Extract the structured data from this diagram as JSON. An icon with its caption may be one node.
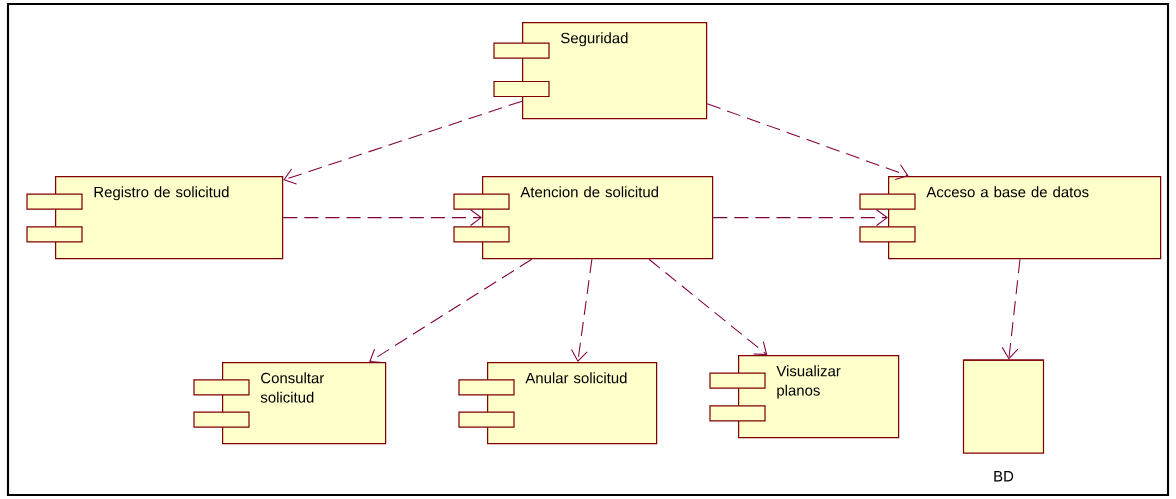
{
  "diagram": {
    "nodes": [
      {
        "text": [
          "Seguridad"
        ]
      },
      {
        "text": [
          "Registro de solicitud"
        ]
      },
      {
        "text": [
          "Atencion de solicitud"
        ]
      },
      {
        "text": [
          "Acceso a base de datos"
        ]
      },
      {
        "text": [
          "Consultar solicitud"
        ]
      },
      {
        "text": [
          "Anular solicitud"
        ]
      },
      {
        "text": [
          "Visualizar planos"
        ]
      },
      {
        "text": [],
        "shape": "cylinder",
        "beside": [
          "BD"
        ]
      }
    ],
    "edges": [
      {
        "from": 0,
        "to": 1,
        "arrow": "to",
        "style": "dashed"
      },
      {
        "from": 0,
        "to": 3,
        "arrow": "to",
        "style": "dashed"
      },
      {
        "from": 1,
        "to": 2,
        "arrow": "to",
        "style": "dashed"
      },
      {
        "from": 2,
        "to": 3,
        "arrow": "to",
        "style": "dashed"
      },
      {
        "from": 2,
        "to": 4,
        "arrow": "to",
        "style": "dashed"
      },
      {
        "from": 2,
        "to": 5,
        "arrow": "to",
        "style": "dashed"
      },
      {
        "from": 2,
        "to": 6,
        "arrow": "to",
        "style": "dashed"
      },
      {
        "from": 3,
        "to": 7,
        "arrow": "to",
        "style": "dashed"
      }
    ]
  }
}
